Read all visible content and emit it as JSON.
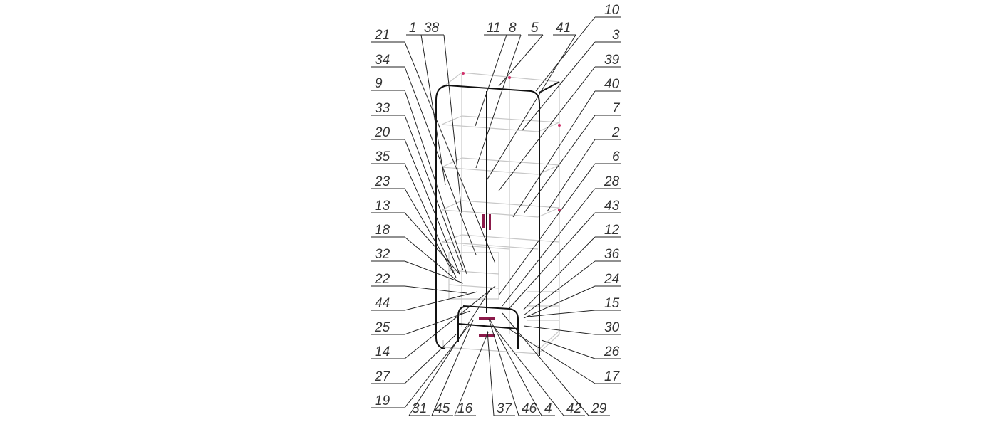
{
  "diagram": {
    "type": "assembly-drawing",
    "subject": "wardrobe",
    "accent_color": "#8b1a4a",
    "labels_left": [
      "21",
      "34",
      "9",
      "33",
      "20",
      "35",
      "23",
      "13",
      "18",
      "32",
      "22",
      "44",
      "25",
      "14",
      "27",
      "19"
    ],
    "labels_right": [
      "10",
      "3",
      "39",
      "40",
      "7",
      "2",
      "6",
      "28",
      "43",
      "12",
      "36",
      "24",
      "15",
      "30",
      "26",
      "17"
    ],
    "labels_top": [
      "1",
      "38",
      "11",
      "8",
      "5",
      "41"
    ],
    "labels_bottom": [
      "31",
      "45",
      "16",
      "37",
      "46",
      "4",
      "42",
      "29"
    ]
  }
}
